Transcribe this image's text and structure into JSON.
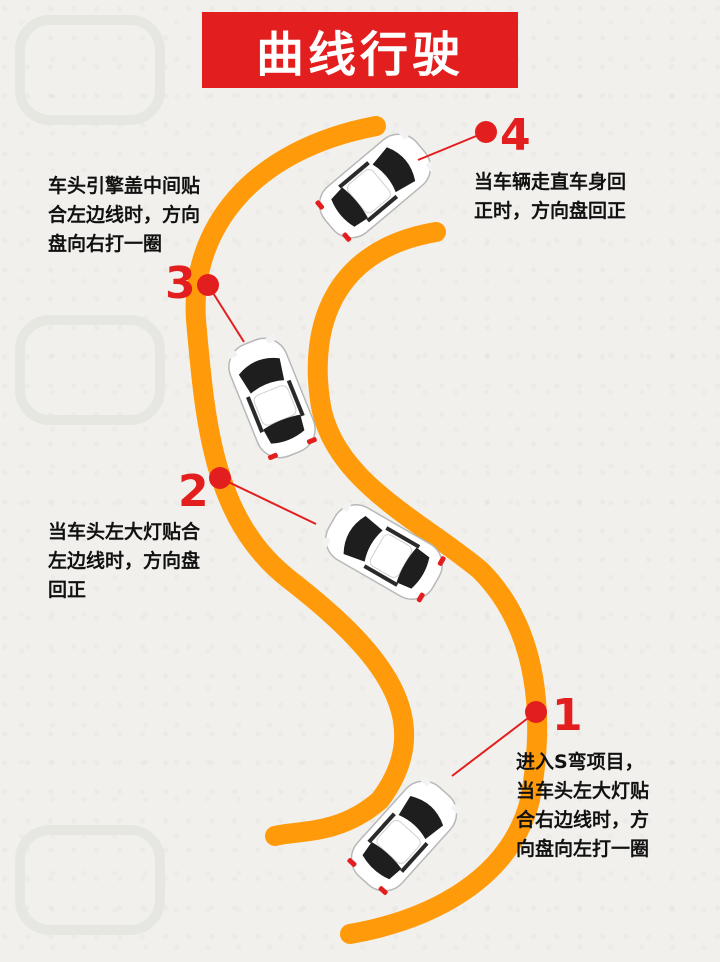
{
  "title": "曲线行驶",
  "colors": {
    "banner": "#e31e1e",
    "track": "#ff9a0a",
    "marker": "#e31e1e",
    "car_body": "#ffffff",
    "car_glass": "#1e1e1e"
  },
  "steps": [
    {
      "number": "1",
      "text": "进入S弯项目，\n当车头左大灯贴\n合右边线时，方\n向盘向左打一圈"
    },
    {
      "number": "2",
      "text": "当车头左大灯贴合\n左边线时，方向盘\n回正"
    },
    {
      "number": "3",
      "text": "车头引擎盖中间贴\n合左边线时，方向\n盘向右打一圈"
    },
    {
      "number": "4",
      "text": "当车辆走直车身回\n正时，方向盘回正"
    }
  ]
}
